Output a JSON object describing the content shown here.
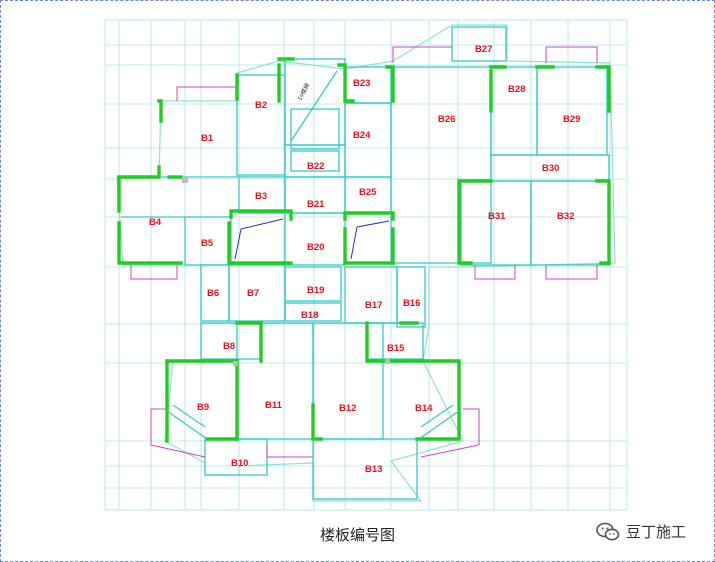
{
  "caption": "楼板编号图",
  "watermark": {
    "text": "豆丁施工",
    "icon": "wechat-icon"
  },
  "stair_note": "1#楼梯",
  "colors": {
    "wall": "#22cc22",
    "beam": "#35c9c9",
    "grid": "#a8e6e0",
    "label": "#e0141e",
    "balcony": "#cc44cc"
  },
  "slabs": [
    "B1",
    "B2",
    "B3",
    "B4",
    "B5",
    "B6",
    "B7",
    "B8",
    "B9",
    "B10",
    "B11",
    "B12",
    "B13",
    "B14",
    "B15",
    "B16",
    "B17",
    "B18",
    "B19",
    "B20",
    "B21",
    "B22",
    "B23",
    "B24",
    "B25",
    "B26",
    "B27",
    "B28",
    "B29",
    "B30",
    "B31",
    "B32"
  ]
}
